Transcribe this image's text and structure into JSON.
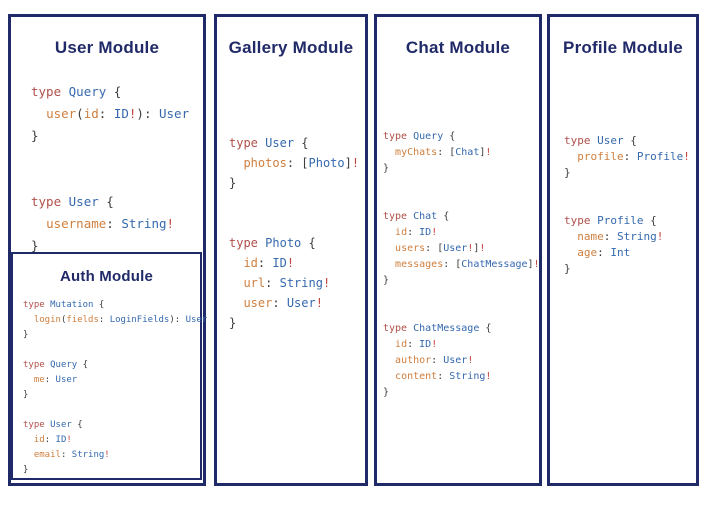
{
  "colors": {
    "navy": "#212a68",
    "keyword": "#b0504a",
    "type": "#3569ae",
    "field": "#cf7f3f",
    "bang": "#c2443d",
    "punct": "#3d3d3d",
    "bg": "#ffffff"
  },
  "modules": [
    {
      "title": "User Module",
      "lines": [
        [
          [
            "k",
            "type"
          ],
          [
            "p",
            " "
          ],
          [
            "t",
            "Query"
          ],
          [
            "p",
            " {"
          ]
        ],
        [
          [
            "p",
            "  "
          ],
          [
            "f",
            "user"
          ],
          [
            "p",
            "("
          ],
          [
            "f",
            "id"
          ],
          [
            "p",
            ": "
          ],
          [
            "t",
            "ID"
          ],
          [
            "b",
            "!"
          ],
          [
            "p",
            "): "
          ],
          [
            "t",
            "User"
          ]
        ],
        [
          [
            "p",
            "}"
          ]
        ],
        [],
        [],
        [
          [
            "k",
            "type"
          ],
          [
            "p",
            " "
          ],
          [
            "t",
            "User"
          ],
          [
            "p",
            " {"
          ]
        ],
        [
          [
            "p",
            "  "
          ],
          [
            "f",
            "username"
          ],
          [
            "p",
            ": "
          ],
          [
            "t",
            "String"
          ],
          [
            "b",
            "!"
          ]
        ],
        [
          [
            "p",
            "}"
          ]
        ]
      ]
    },
    {
      "title": "Auth Module",
      "lines": [
        [
          [
            "k",
            "type"
          ],
          [
            "p",
            " "
          ],
          [
            "t",
            "Mutation"
          ],
          [
            "p",
            " {"
          ]
        ],
        [
          [
            "p",
            "  "
          ],
          [
            "f",
            "login"
          ],
          [
            "p",
            "("
          ],
          [
            "f",
            "fields"
          ],
          [
            "p",
            ": "
          ],
          [
            "t",
            "LoginFields"
          ],
          [
            "p",
            "): "
          ],
          [
            "t",
            "User"
          ]
        ],
        [
          [
            "p",
            "}"
          ]
        ],
        [],
        [
          [
            "k",
            "type"
          ],
          [
            "p",
            " "
          ],
          [
            "t",
            "Query"
          ],
          [
            "p",
            " {"
          ]
        ],
        [
          [
            "p",
            "  "
          ],
          [
            "f",
            "me"
          ],
          [
            "p",
            ": "
          ],
          [
            "t",
            "User"
          ]
        ],
        [
          [
            "p",
            "}"
          ]
        ],
        [],
        [
          [
            "k",
            "type"
          ],
          [
            "p",
            " "
          ],
          [
            "t",
            "User"
          ],
          [
            "p",
            " {"
          ]
        ],
        [
          [
            "p",
            "  "
          ],
          [
            "f",
            "id"
          ],
          [
            "p",
            ": "
          ],
          [
            "t",
            "ID"
          ],
          [
            "b",
            "!"
          ]
        ],
        [
          [
            "p",
            "  "
          ],
          [
            "f",
            "email"
          ],
          [
            "p",
            ": "
          ],
          [
            "t",
            "String"
          ],
          [
            "b",
            "!"
          ]
        ],
        [
          [
            "p",
            "}"
          ]
        ]
      ]
    },
    {
      "title": "Gallery Module",
      "lines": [
        [
          [
            "k",
            "type"
          ],
          [
            "p",
            " "
          ],
          [
            "t",
            "User"
          ],
          [
            "p",
            " {"
          ]
        ],
        [
          [
            "p",
            "  "
          ],
          [
            "f",
            "photos"
          ],
          [
            "p",
            ": ["
          ],
          [
            "t",
            "Photo"
          ],
          [
            "p",
            "]"
          ],
          [
            "b",
            "!"
          ]
        ],
        [
          [
            "p",
            "}"
          ]
        ],
        [],
        [],
        [
          [
            "k",
            "type"
          ],
          [
            "p",
            " "
          ],
          [
            "t",
            "Photo"
          ],
          [
            "p",
            " {"
          ]
        ],
        [
          [
            "p",
            "  "
          ],
          [
            "f",
            "id"
          ],
          [
            "p",
            ": "
          ],
          [
            "t",
            "ID"
          ],
          [
            "b",
            "!"
          ]
        ],
        [
          [
            "p",
            "  "
          ],
          [
            "f",
            "url"
          ],
          [
            "p",
            ": "
          ],
          [
            "t",
            "String"
          ],
          [
            "b",
            "!"
          ]
        ],
        [
          [
            "p",
            "  "
          ],
          [
            "f",
            "user"
          ],
          [
            "p",
            ": "
          ],
          [
            "t",
            "User"
          ],
          [
            "b",
            "!"
          ]
        ],
        [
          [
            "p",
            "}"
          ]
        ]
      ]
    },
    {
      "title": "Chat Module",
      "lines": [
        [
          [
            "k",
            "type"
          ],
          [
            "p",
            " "
          ],
          [
            "t",
            "Query"
          ],
          [
            "p",
            " {"
          ]
        ],
        [
          [
            "p",
            "  "
          ],
          [
            "f",
            "myChats"
          ],
          [
            "p",
            ": ["
          ],
          [
            "t",
            "Chat"
          ],
          [
            "p",
            "]"
          ],
          [
            "b",
            "!"
          ]
        ],
        [
          [
            "p",
            "}"
          ]
        ],
        [],
        [],
        [
          [
            "k",
            "type"
          ],
          [
            "p",
            " "
          ],
          [
            "t",
            "Chat"
          ],
          [
            "p",
            " {"
          ]
        ],
        [
          [
            "p",
            "  "
          ],
          [
            "f",
            "id"
          ],
          [
            "p",
            ": "
          ],
          [
            "t",
            "ID"
          ],
          [
            "b",
            "!"
          ]
        ],
        [
          [
            "p",
            "  "
          ],
          [
            "f",
            "users"
          ],
          [
            "p",
            ": ["
          ],
          [
            "t",
            "User"
          ],
          [
            "b",
            "!"
          ],
          [
            "p",
            "]"
          ],
          [
            "b",
            "!"
          ]
        ],
        [
          [
            "p",
            "  "
          ],
          [
            "f",
            "messages"
          ],
          [
            "p",
            ": ["
          ],
          [
            "t",
            "ChatMessage"
          ],
          [
            "p",
            "]"
          ],
          [
            "b",
            "!"
          ]
        ],
        [
          [
            "p",
            "}"
          ]
        ],
        [],
        [],
        [
          [
            "k",
            "type"
          ],
          [
            "p",
            " "
          ],
          [
            "t",
            "ChatMessage"
          ],
          [
            "p",
            " {"
          ]
        ],
        [
          [
            "p",
            "  "
          ],
          [
            "f",
            "id"
          ],
          [
            "p",
            ": "
          ],
          [
            "t",
            "ID"
          ],
          [
            "b",
            "!"
          ]
        ],
        [
          [
            "p",
            "  "
          ],
          [
            "f",
            "author"
          ],
          [
            "p",
            ": "
          ],
          [
            "t",
            "User"
          ],
          [
            "b",
            "!"
          ]
        ],
        [
          [
            "p",
            "  "
          ],
          [
            "f",
            "content"
          ],
          [
            "p",
            ": "
          ],
          [
            "t",
            "String"
          ],
          [
            "b",
            "!"
          ]
        ],
        [
          [
            "p",
            "}"
          ]
        ]
      ]
    },
    {
      "title": "Profile Module",
      "lines": [
        [
          [
            "k",
            "type"
          ],
          [
            "p",
            " "
          ],
          [
            "t",
            "User"
          ],
          [
            "p",
            " {"
          ]
        ],
        [
          [
            "p",
            "  "
          ],
          [
            "f",
            "profile"
          ],
          [
            "p",
            ": "
          ],
          [
            "t",
            "Profile"
          ],
          [
            "b",
            "!"
          ]
        ],
        [
          [
            "p",
            "}"
          ]
        ],
        [],
        [],
        [
          [
            "k",
            "type"
          ],
          [
            "p",
            " "
          ],
          [
            "t",
            "Profile"
          ],
          [
            "p",
            " {"
          ]
        ],
        [
          [
            "p",
            "  "
          ],
          [
            "f",
            "name"
          ],
          [
            "p",
            ": "
          ],
          [
            "t",
            "String"
          ],
          [
            "b",
            "!"
          ]
        ],
        [
          [
            "p",
            "  "
          ],
          [
            "f",
            "age"
          ],
          [
            "p",
            ": "
          ],
          [
            "t",
            "Int"
          ]
        ],
        [
          [
            "p",
            "}"
          ]
        ]
      ]
    }
  ]
}
